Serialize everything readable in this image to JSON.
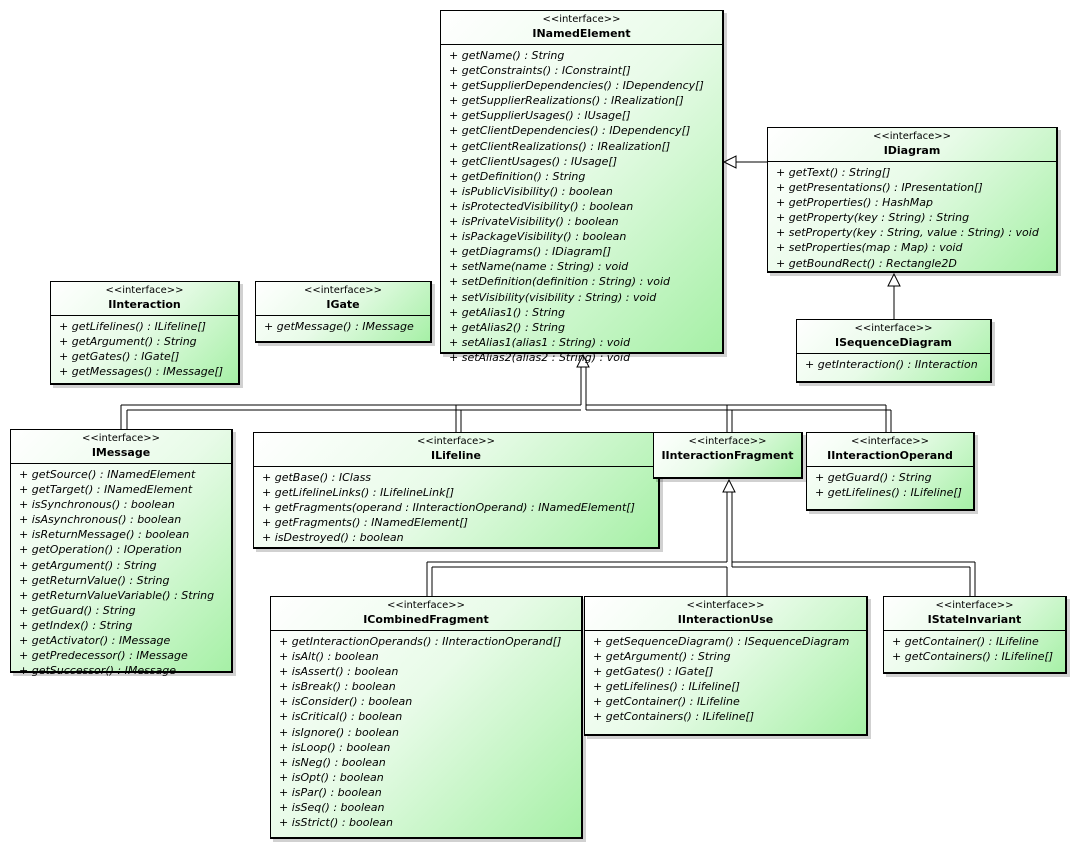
{
  "interfaces": {
    "inamed": {
      "stereotype": "<<interface>>",
      "name": "INamedElement",
      "ops": [
        "getName() : String",
        "getConstraints() : IConstraint[]",
        "getSupplierDependencies() : IDependency[]",
        "getSupplierRealizations() : IRealization[]",
        "getSupplierUsages() : IUsage[]",
        "getClientDependencies() : IDependency[]",
        "getClientRealizations() : IRealization[]",
        "getClientUsages() : IUsage[]",
        "getDefinition() : String",
        "isPublicVisibility() : boolean",
        "isProtectedVisibility() : boolean",
        "isPrivateVisibility() : boolean",
        "isPackageVisibility() : boolean",
        "getDiagrams() : IDiagram[]",
        "setName(name : String) : void",
        "setDefinition(definition : String) : void",
        "setVisibility(visibility : String) : void",
        "getAlias1() : String",
        "getAlias2() : String",
        "setAlias1(alias1 : String) : void",
        "setAlias2(alias2 : String) : void"
      ]
    },
    "idiagram": {
      "stereotype": "<<interface>>",
      "name": "IDiagram",
      "ops": [
        "getText() : String[]",
        "getPresentations() : IPresentation[]",
        "getProperties() : HashMap",
        "getProperty(key : String) : String",
        "setProperty(key : String, value : String) : void",
        "setProperties(map : Map) : void",
        "getBoundRect() : Rectangle2D"
      ]
    },
    "iseqdiagram": {
      "stereotype": "<<interface>>",
      "name": "ISequenceDiagram",
      "ops": [
        "getInteraction() : IInteraction"
      ]
    },
    "iinteraction": {
      "stereotype": "<<interface>>",
      "name": "IInteraction",
      "ops": [
        "getLifelines() : ILifeline[]",
        "getArgument() : String",
        "getGates() : IGate[]",
        "getMessages() : IMessage[]"
      ]
    },
    "igate": {
      "stereotype": "<<interface>>",
      "name": "IGate",
      "ops": [
        "getMessage() : IMessage"
      ]
    },
    "imessage": {
      "stereotype": "<<interface>>",
      "name": "IMessage",
      "ops": [
        "getSource() : INamedElement",
        "getTarget() : INamedElement",
        "isSynchronous() : boolean",
        "isAsynchronous() : boolean",
        "isReturnMessage() : boolean",
        "getOperation() : IOperation",
        "getArgument() : String",
        "getReturnValue() : String",
        "getReturnValueVariable() : String",
        "getGuard() : String",
        "getIndex() : String",
        "getActivator() : IMessage",
        "getPredecessor() : IMessage",
        "getSuccessor() : IMessage"
      ]
    },
    "ilifeline": {
      "stereotype": "<<interface>>",
      "name": "ILifeline",
      "ops": [
        "getBase() : IClass",
        "getLifelineLinks() : ILifelineLink[]",
        "getFragments(operand : IInteractionOperand) : INamedElement[]",
        "getFragments() : INamedElement[]",
        "isDestroyed() : boolean"
      ]
    },
    "ifragment": {
      "stereotype": "<<interface>>",
      "name": "IInteractionFragment",
      "ops": []
    },
    "ioperand": {
      "stereotype": "<<interface>>",
      "name": "IInteractionOperand",
      "ops": [
        "getGuard() : String",
        "getLifelines() : ILifeline[]"
      ]
    },
    "icombined": {
      "stereotype": "<<interface>>",
      "name": "ICombinedFragment",
      "ops": [
        "getInteractionOperands() : IInteractionOperand[]",
        "isAlt() : boolean",
        "isAssert() : boolean",
        "isBreak() : boolean",
        "isConsider() : boolean",
        "isCritical() : boolean",
        "isIgnore() : boolean",
        "isLoop() : boolean",
        "isNeg() : boolean",
        "isOpt() : boolean",
        "isPar() : boolean",
        "isSeq() : boolean",
        "isStrict() : boolean"
      ]
    },
    "iuse": {
      "stereotype": "<<interface>>",
      "name": "IInteractionUse",
      "ops": [
        "getSequenceDiagram() : ISequenceDiagram",
        "getArgument() : String",
        "getGates() : IGate[]",
        "getLifelines() : ILifeline[]",
        "getContainer() : ILifeline",
        "getContainers() : ILifeline[]"
      ]
    },
    "istate": {
      "stereotype": "<<interface>>",
      "name": "IStateInvariant",
      "ops": [
        "getContainer() : ILifeline",
        "getContainers() : ILifeline[]"
      ]
    }
  }
}
